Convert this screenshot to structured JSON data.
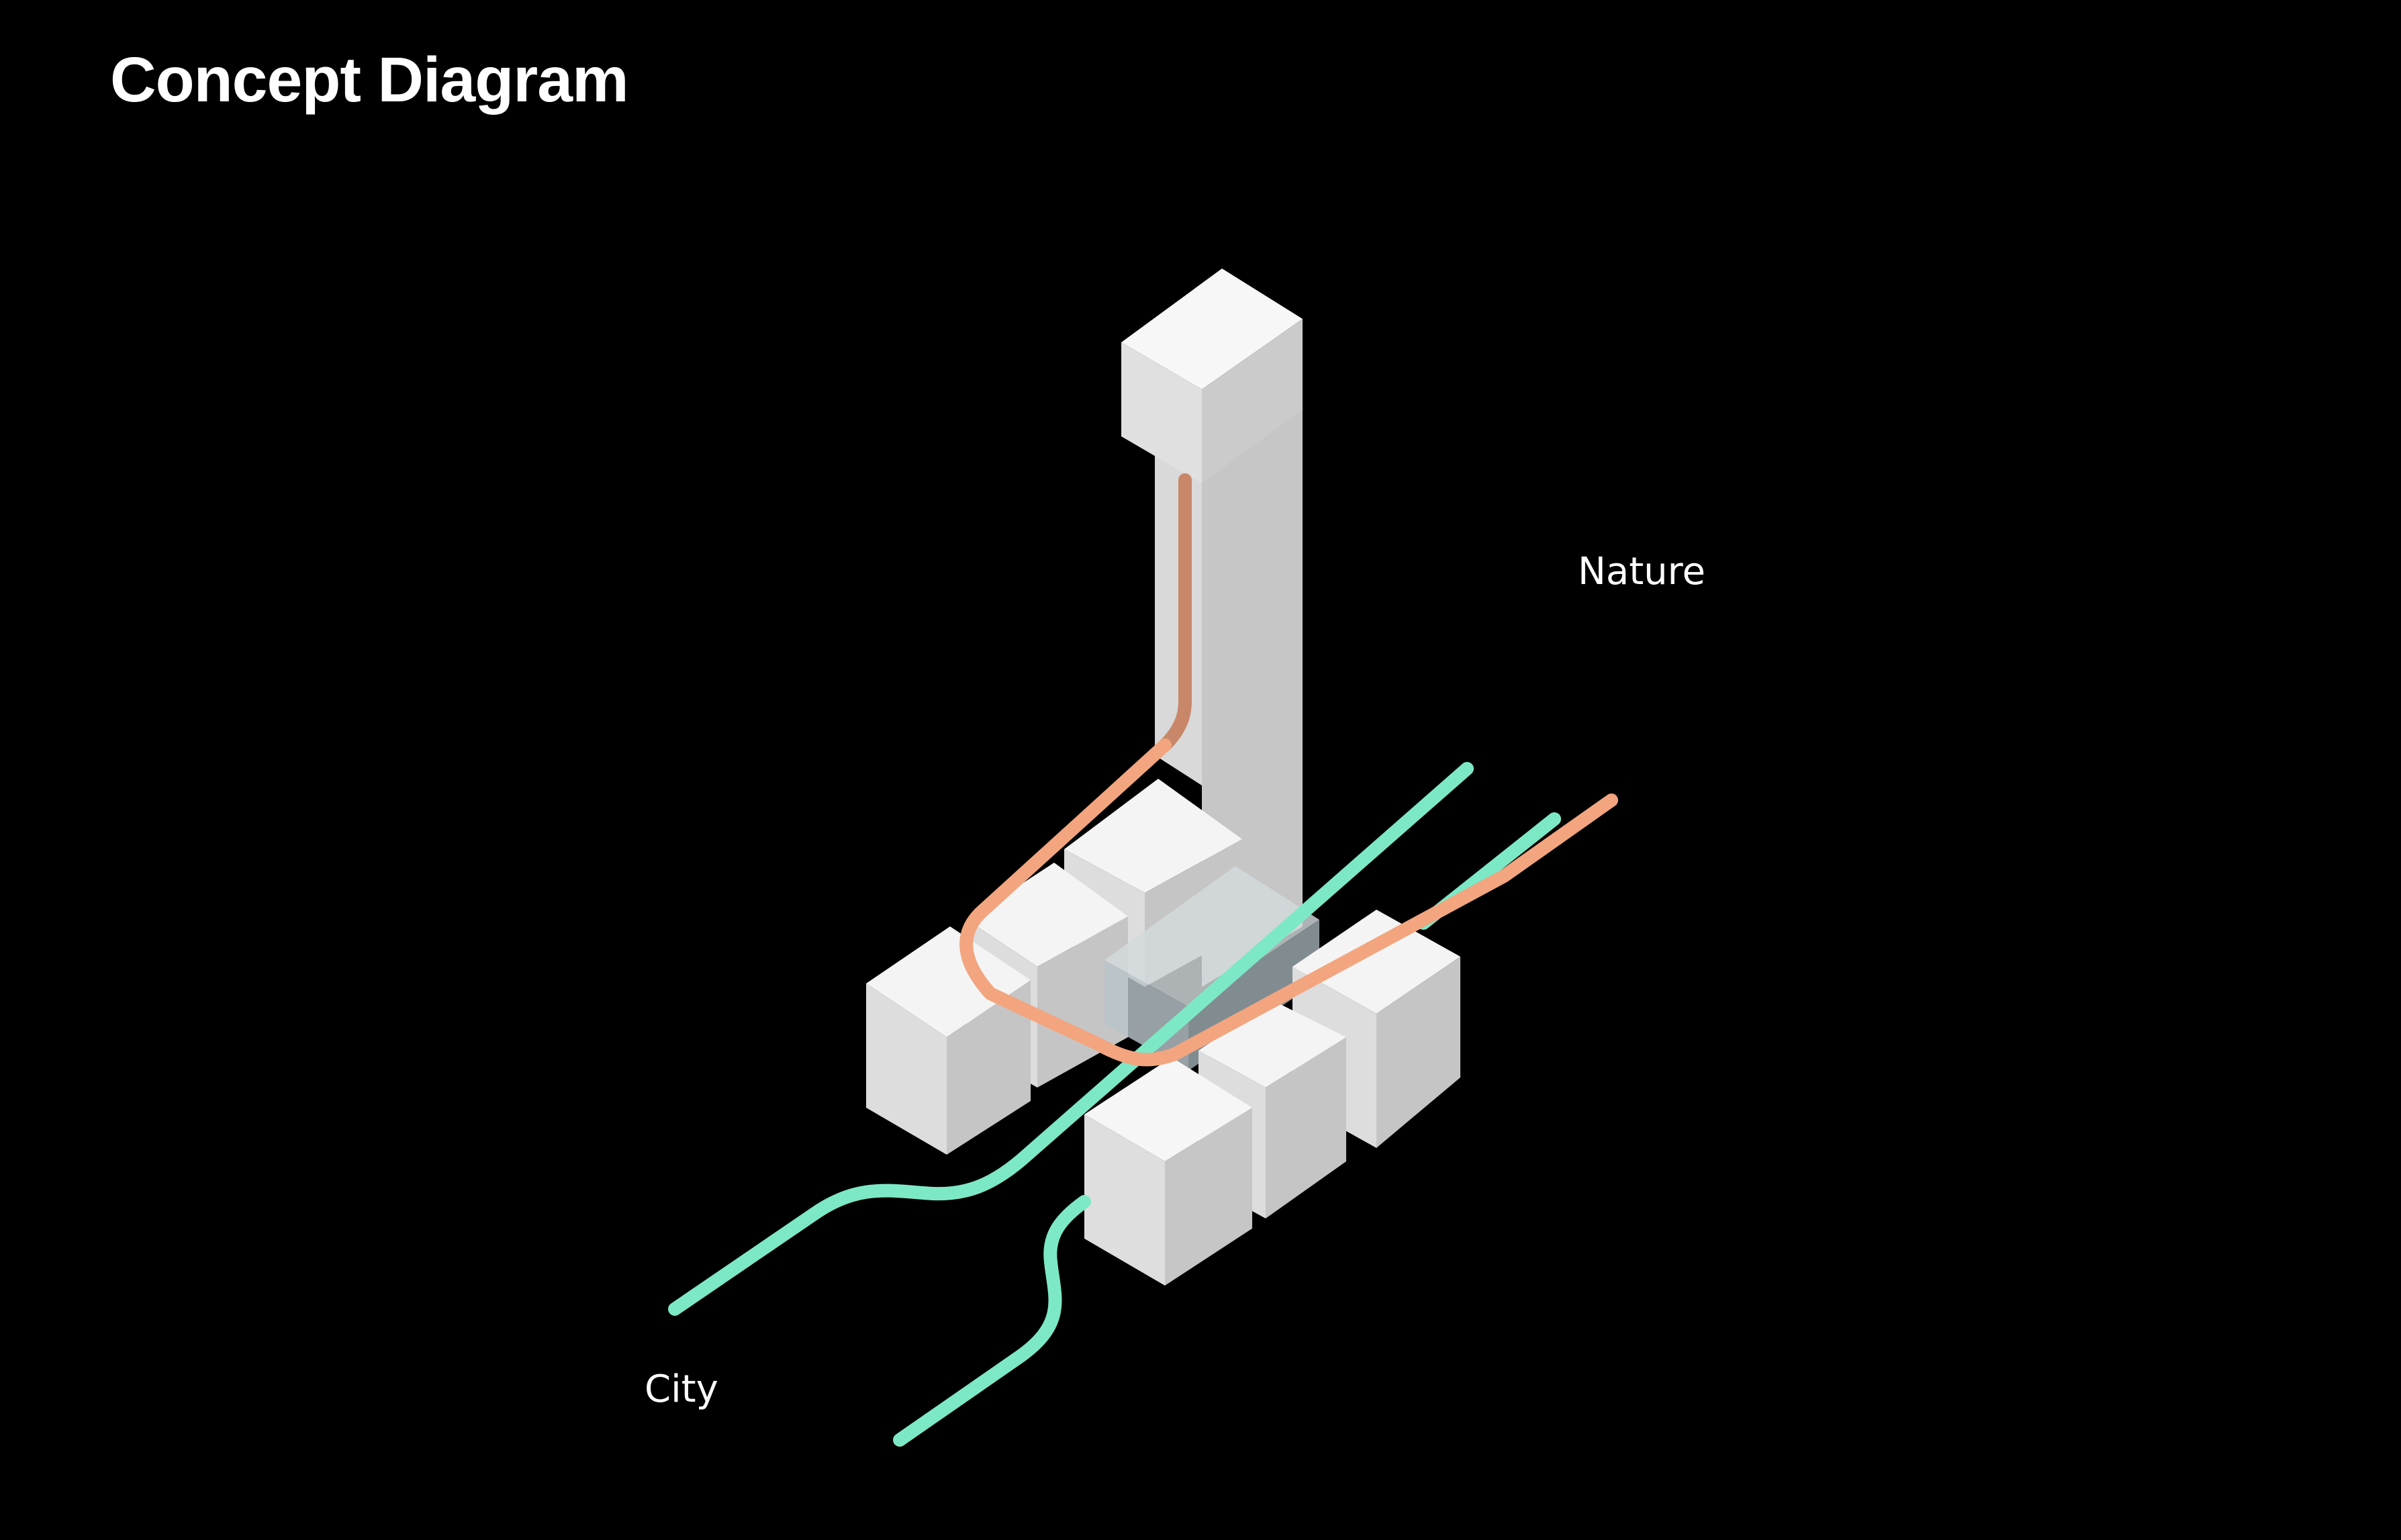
{
  "title": "Concept Diagram",
  "labels": {
    "nature": "Nature",
    "city": "City"
  },
  "colors": {
    "background": "#000000",
    "text": "#ffffff",
    "city_path": "#7de8c6",
    "nature_path": "#f2a57f",
    "block_top": "#f6f6f6",
    "block_left": "#dedede",
    "block_right": "#c5c5c5"
  }
}
